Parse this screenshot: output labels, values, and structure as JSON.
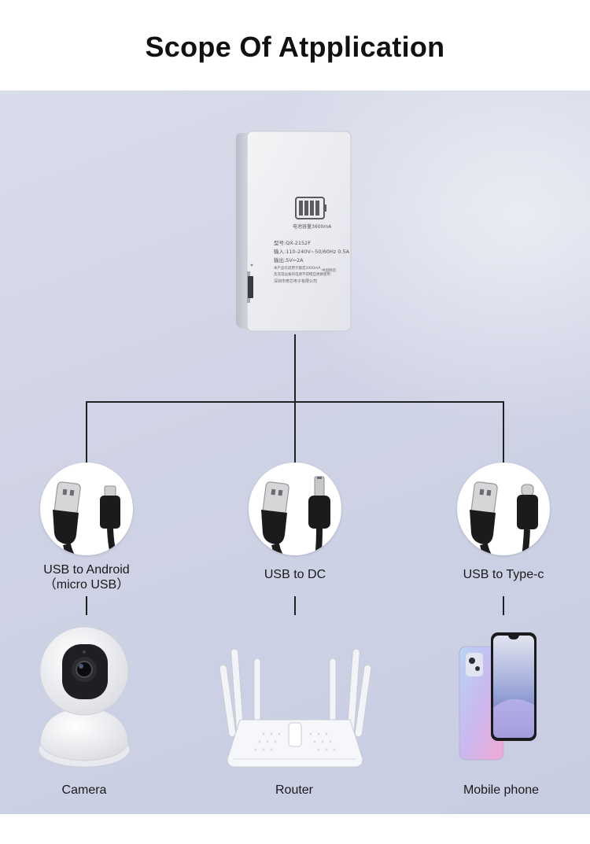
{
  "title": "Scope Of Atpplication",
  "power_bank": {
    "capacity_text": "电池容量3600mA",
    "model_text": "型号:QX-2152F",
    "input_text": "输入:110-240V~50/60Hz 0.5A",
    "output_text": "输出:5V⎓2A",
    "note_line1": "本产品仅适用于额定2000mA",
    "note_line2": "及充电设备的电源不得擅自更换使用",
    "maker_text": "深圳市奇芯电子有限公司",
    "origin_text": "中国制造"
  },
  "cables": [
    {
      "label_line1": "USB to Android",
      "label_line2": "（micro USB）",
      "icon": "usb-micro-cable-icon"
    },
    {
      "label_line1": "USB to DC",
      "label_line2": "",
      "icon": "usb-dc-cable-icon"
    },
    {
      "label_line1": "USB to Type-c",
      "label_line2": "",
      "icon": "usb-typec-cable-icon"
    }
  ],
  "devices": [
    {
      "label": "Camera",
      "icon": "security-camera-icon"
    },
    {
      "label": "Router",
      "icon": "wifi-router-icon"
    },
    {
      "label": "Mobile phone",
      "icon": "mobile-phone-icon"
    }
  ],
  "colors": {
    "panel_bg": "#cfd3e5",
    "connector_line": "#222222",
    "title": "#111111"
  }
}
